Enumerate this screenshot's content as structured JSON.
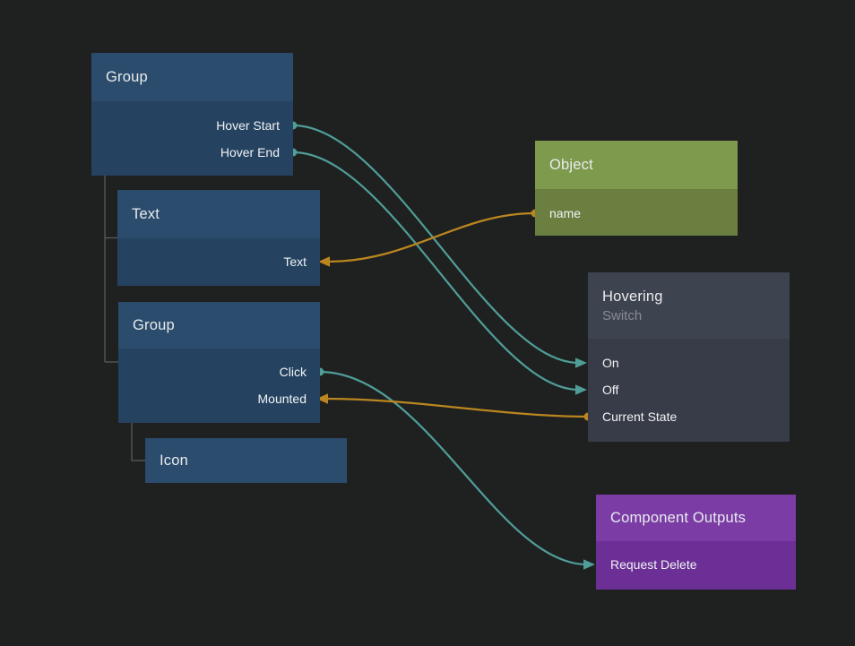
{
  "colors": {
    "background": "#1f2020",
    "signal_wire": "#4f9d97",
    "data_wire": "#bb861f",
    "tree_line": "#5a5c5e",
    "node_blue_header": "#2b4c6c",
    "node_blue_body": "#254361",
    "node_green_header": "#7d9a4d",
    "node_green_body": "#6b8040",
    "node_gray_header": "#3e4350",
    "node_gray_body": "#373c48",
    "node_purple_header": "#7b3da5",
    "node_purple_body": "#6b2f96",
    "title_text": "#e9ebee",
    "subtitle_text": "#868c97",
    "port_text": "#f1f3f4"
  },
  "nodes": {
    "group1": {
      "title": "Group",
      "ports": [
        {
          "label": "Hover Start",
          "direction": "output",
          "kind": "signal"
        },
        {
          "label": "Hover End",
          "direction": "output",
          "kind": "signal"
        }
      ]
    },
    "text1": {
      "title": "Text",
      "ports": [
        {
          "label": "Text",
          "direction": "input",
          "kind": "data"
        }
      ]
    },
    "group2": {
      "title": "Group",
      "ports": [
        {
          "label": "Click",
          "direction": "output",
          "kind": "signal"
        },
        {
          "label": "Mounted",
          "direction": "input",
          "kind": "data"
        }
      ]
    },
    "icon1": {
      "title": "Icon",
      "ports": []
    },
    "object1": {
      "title": "Object",
      "ports": [
        {
          "label": "name",
          "direction": "output",
          "kind": "data"
        }
      ]
    },
    "hovering": {
      "title": "Hovering",
      "subtitle": "Switch",
      "ports": [
        {
          "label": "On",
          "direction": "input",
          "kind": "signal"
        },
        {
          "label": "Off",
          "direction": "input",
          "kind": "signal"
        },
        {
          "label": "Current State",
          "direction": "output",
          "kind": "data"
        }
      ]
    },
    "component_outputs": {
      "title": "Component Outputs",
      "ports": [
        {
          "label": "Request Delete",
          "direction": "input",
          "kind": "signal"
        }
      ]
    }
  },
  "hierarchy": [
    {
      "parent": "Group",
      "children": [
        "Text",
        "Group"
      ]
    },
    {
      "parent": "Group",
      "children": [
        "Icon"
      ]
    }
  ],
  "connections": [
    {
      "from": "Group / Hover Start",
      "to": "Hovering / On",
      "type": "signal"
    },
    {
      "from": "Group / Hover End",
      "to": "Hovering / Off",
      "type": "signal"
    },
    {
      "from": "Object / name",
      "to": "Text / Text",
      "type": "data"
    },
    {
      "from": "Group / Click",
      "to": "Component Outputs / Request Delete",
      "type": "signal"
    },
    {
      "from": "Hovering / Current State",
      "to": "Group / Mounted",
      "type": "data"
    }
  ]
}
